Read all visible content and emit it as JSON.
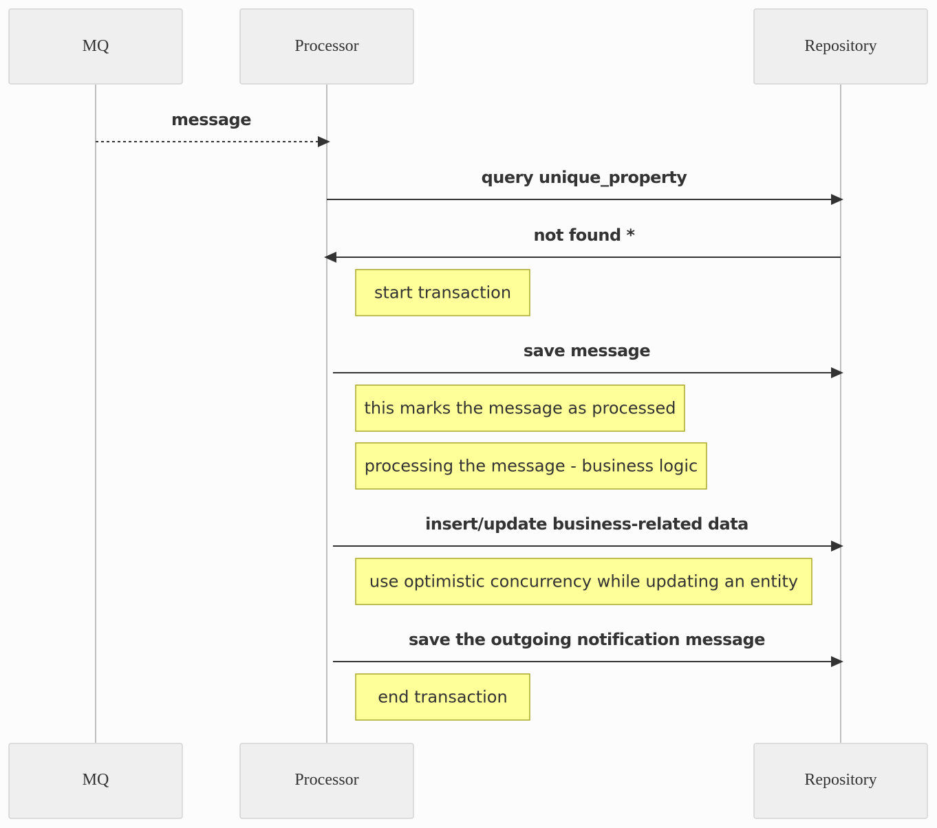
{
  "actors": [
    {
      "id": "mq",
      "label": "MQ"
    },
    {
      "id": "processor",
      "label": "Processor"
    },
    {
      "id": "repository",
      "label": "Repository"
    }
  ],
  "messages": [
    {
      "from": "mq",
      "to": "processor",
      "label": "message",
      "style": "dashed"
    },
    {
      "from": "processor",
      "to": "repository",
      "label": "query unique_property",
      "style": "solid"
    },
    {
      "from": "repository",
      "to": "processor",
      "label": "not found *",
      "style": "solid"
    },
    {
      "from": "processor",
      "to": "repository",
      "label": "save message",
      "style": "solid"
    },
    {
      "from": "processor",
      "to": "repository",
      "label": "insert/update business-related data",
      "style": "solid"
    },
    {
      "from": "processor",
      "to": "repository",
      "label": "save the outgoing notification message",
      "style": "solid"
    }
  ],
  "notes": [
    {
      "over": "processor",
      "text": "start transaction"
    },
    {
      "over": "processor",
      "text": "this marks the message as processed"
    },
    {
      "over": "processor",
      "text": "processing the message - business logic"
    },
    {
      "over": "processor",
      "text": "use optimistic concurrency while updating an entity"
    },
    {
      "over": "processor",
      "text": "end transaction"
    }
  ],
  "colors": {
    "actor_fill": "#efefef",
    "actor_border": "#d4d4d4",
    "note_fill": "#ffff99",
    "note_border": "#a8a82b",
    "line": "#333333",
    "lifeline": "#a9a9a9"
  }
}
